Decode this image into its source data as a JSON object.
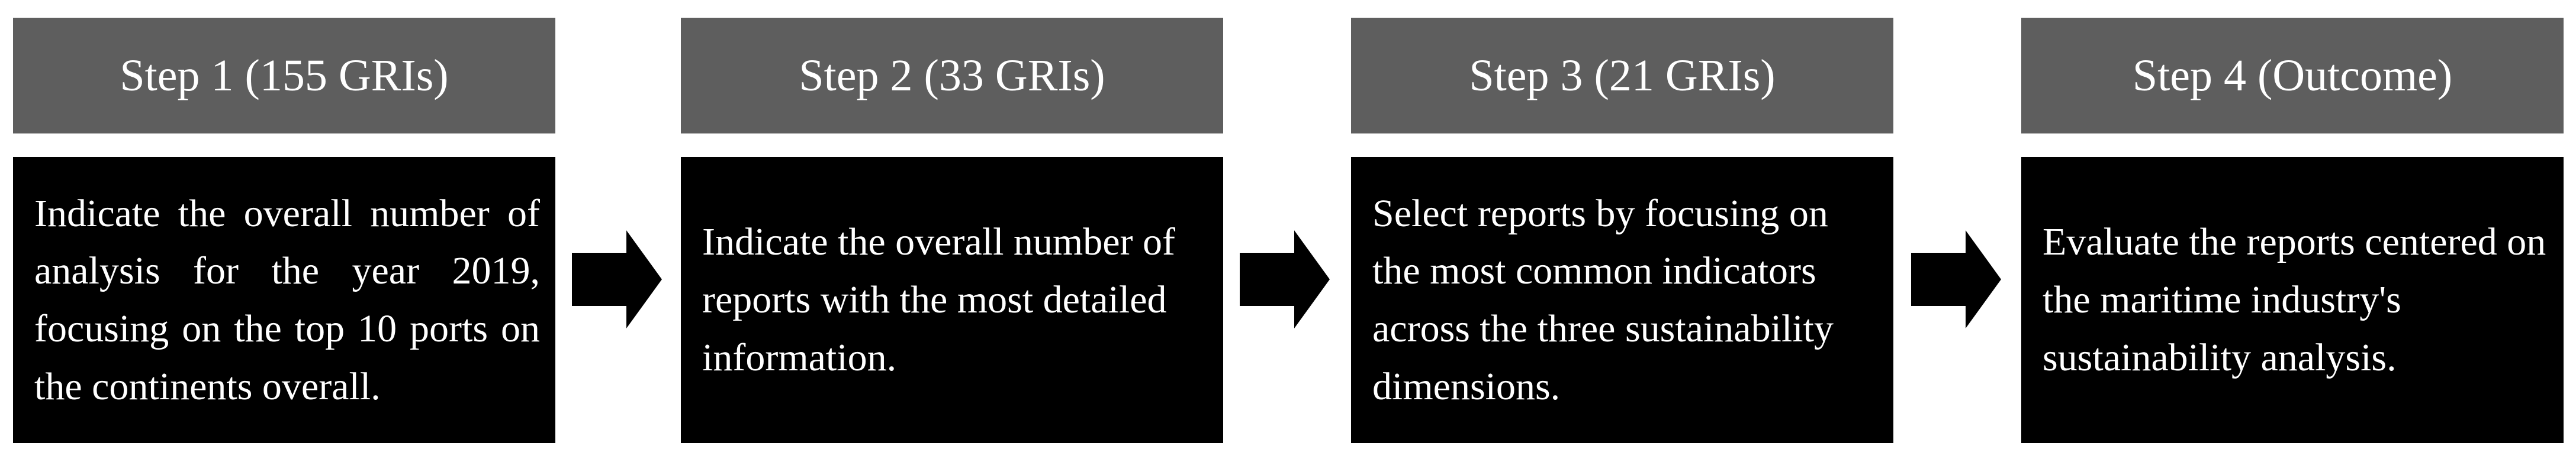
{
  "steps": [
    {
      "title": "Step 1 (155 GRIs)",
      "text": "Indicate the overall number of analysis for the year 2019, focusing on the top 10 ports on the continents overall."
    },
    {
      "title": "Step 2 (33 GRIs)",
      "text": "Indicate the overall number of reports with the most detailed information."
    },
    {
      "title": "Step 3 (21 GRIs)",
      "text": "Select reports by focusing on the most common indicators across the three sustainability dimensions."
    },
    {
      "title": "Step 4 (Outcome)",
      "text": "Evaluate the reports centered on the maritime industry's sustainability analysis."
    }
  ],
  "colors": {
    "header_bg": "#5e5e5e",
    "body_bg": "#000000",
    "text": "#ffffff",
    "arrow": "#000000"
  },
  "icons": {
    "connector": "right-arrow-icon"
  }
}
